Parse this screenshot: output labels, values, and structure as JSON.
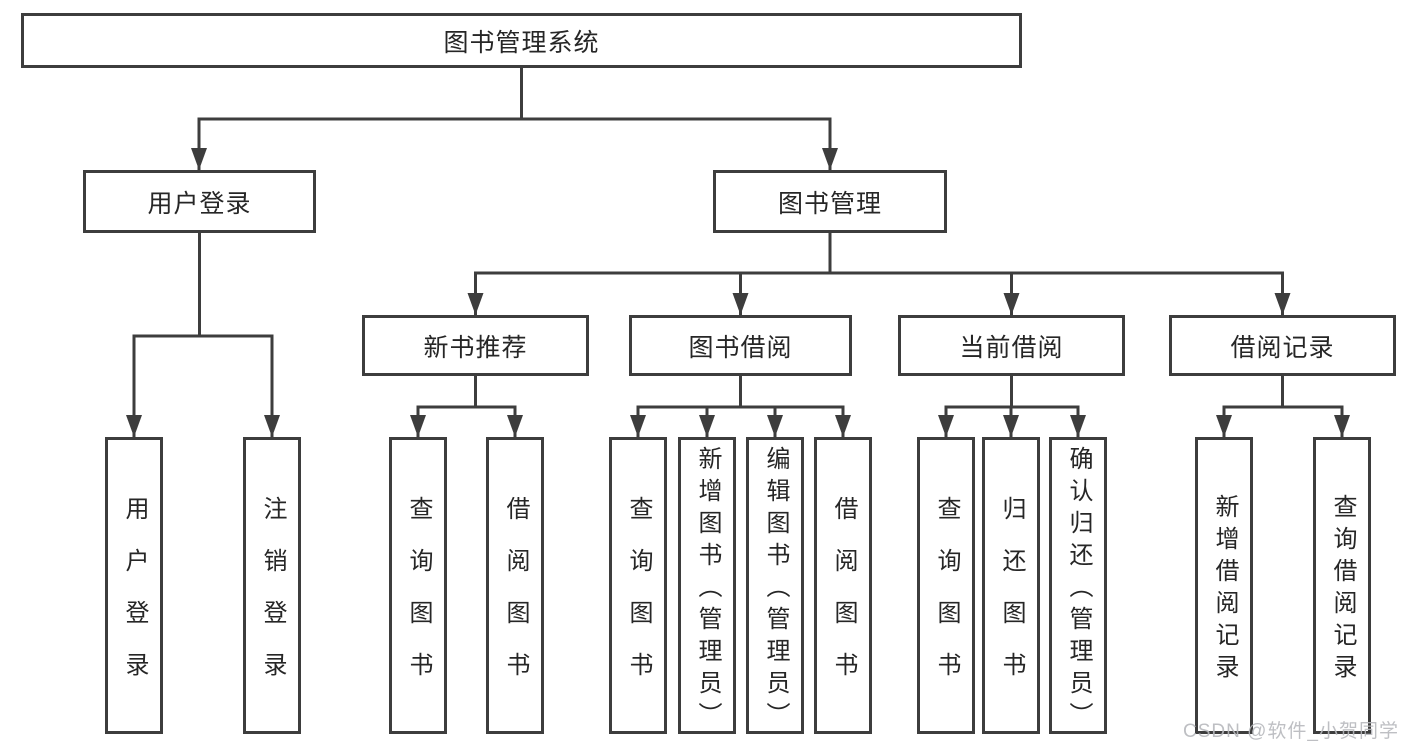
{
  "diagram": {
    "root": {
      "label": "图书管理系统"
    },
    "branches": [
      {
        "label": "用户登录",
        "leaves": [
          "用户登录",
          "注销登录"
        ]
      },
      {
        "label": "图书管理",
        "sections": [
          {
            "label": "新书推荐",
            "leaves": [
              "查询图书",
              "借阅图书"
            ]
          },
          {
            "label": "图书借阅",
            "leaves": [
              "查询图书",
              "新增图书（管理员）",
              "编辑图书（管理员）",
              "借阅图书"
            ]
          },
          {
            "label": "当前借阅",
            "leaves": [
              "查询图书",
              "归还图书",
              "确认归还（管理员）"
            ]
          },
          {
            "label": "借阅记录",
            "leaves": [
              "新增借阅记录",
              "查询借阅记录"
            ]
          }
        ]
      }
    ],
    "line_color": "#3d3d3d",
    "text_color": "#262626",
    "background_color": "#ffffff"
  },
  "watermark": {
    "text": "CSDN @软件_小贺同学"
  }
}
